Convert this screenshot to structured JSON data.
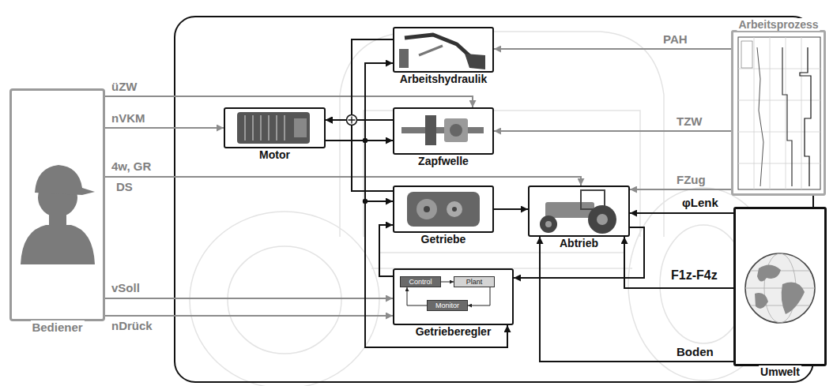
{
  "diagram": {
    "nodes": [
      {
        "text": [
          "Bediener"
        ]
      },
      {
        "text": [
          "Arbeitshydraulik"
        ]
      },
      {
        "text": [
          "Motor"
        ]
      },
      {
        "text": [
          "Zapfwelle"
        ]
      },
      {
        "text": [
          "Getriebe"
        ]
      },
      {
        "text": [
          "Abtrieb"
        ]
      },
      {
        "text": [
          "Getrieberegler"
        ]
      },
      {
        "text": [
          "Control"
        ],
        "in": 6
      },
      {
        "text": [
          "Plant"
        ],
        "in": 6
      },
      {
        "text": [
          "Monitor"
        ],
        "in": 6
      },
      {
        "text": [
          "Arbeitsprozess"
        ]
      },
      {
        "text": [
          "Umwelt"
        ]
      }
    ],
    "edges": [
      {
        "from": 0,
        "to": 3,
        "arrow": "to",
        "label": "üZW"
      },
      {
        "from": 0,
        "to": 2,
        "arrow": "to",
        "label": "nVKM"
      },
      {
        "from": 0,
        "to": 5,
        "arrow": "to",
        "label": "4w, GR"
      },
      {
        "from": 0,
        "to": 6,
        "arrow": "to",
        "label": "vSoll"
      },
      {
        "from": 0,
        "to": 6,
        "arrow": "to",
        "label": "nDrück"
      },
      {
        "from": 2,
        "to": 3,
        "arrow": "to"
      },
      {
        "from": 2,
        "to": 1,
        "arrow": "to"
      },
      {
        "from": 2,
        "to": 4,
        "arrow": "to"
      },
      {
        "from": 2,
        "to": 6,
        "arrow": "to"
      },
      {
        "from": 1,
        "to": 2,
        "arrow": "to"
      },
      {
        "from": 3,
        "to": 2,
        "arrow": "to"
      },
      {
        "from": 4,
        "to": 2,
        "arrow": "to"
      },
      {
        "from": 4,
        "to": 5,
        "arrow": "to"
      },
      {
        "from": 6,
        "to": 4,
        "arrow": "to"
      },
      {
        "from": 5,
        "to": 6,
        "arrow": "to"
      },
      {
        "from": 10,
        "to": 1,
        "arrow": "to",
        "label": "PAH"
      },
      {
        "from": 10,
        "to": 3,
        "arrow": "to",
        "label": "TZW"
      },
      {
        "from": 10,
        "to": 5,
        "arrow": "to",
        "label": "FZug"
      },
      {
        "from": 11,
        "to": 5,
        "arrow": "to",
        "label": "φLenk"
      },
      {
        "from": 11,
        "to": 5,
        "arrow": "to",
        "label": "F1z-F4z"
      },
      {
        "from": 11,
        "to": 5,
        "arrow": "to",
        "label": "Boden"
      },
      {
        "from": 7,
        "to": 8,
        "arrow": "to"
      },
      {
        "from": 8,
        "to": 9,
        "arrow": "to"
      },
      {
        "from": 9,
        "to": 7,
        "arrow": "to"
      }
    ],
    "labels": [
      "DS"
    ]
  }
}
